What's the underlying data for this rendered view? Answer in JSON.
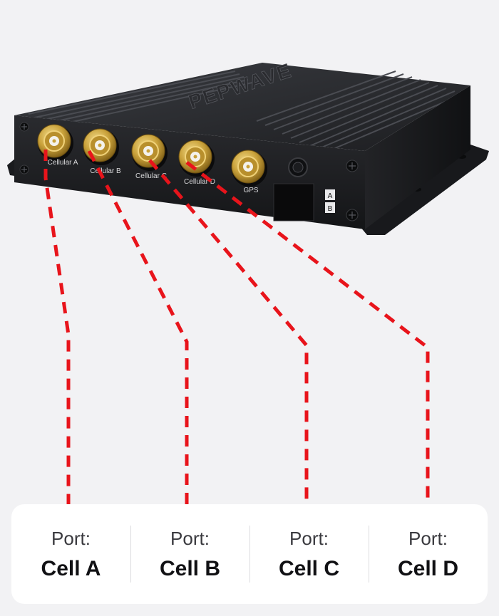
{
  "device": {
    "brand": "PEPWAVE",
    "connectors": [
      {
        "label": "Cellular A"
      },
      {
        "label": "Cellular B"
      },
      {
        "label": "Cellular C"
      },
      {
        "label": "Cellular D"
      },
      {
        "label": "GPS"
      }
    ],
    "sim_slots": [
      "A",
      "B"
    ]
  },
  "ports": [
    {
      "prefix": "Port:",
      "name": "Cell A"
    },
    {
      "prefix": "Port:",
      "name": "Cell B"
    },
    {
      "prefix": "Port:",
      "name": "Cell C"
    },
    {
      "prefix": "Port:",
      "name": "Cell D"
    }
  ],
  "colors": {
    "leader_line": "#e8141b",
    "background": "#f2f2f4",
    "card": "#ffffff",
    "device_body": "#1c1d20",
    "gold": "#c9a13a"
  }
}
